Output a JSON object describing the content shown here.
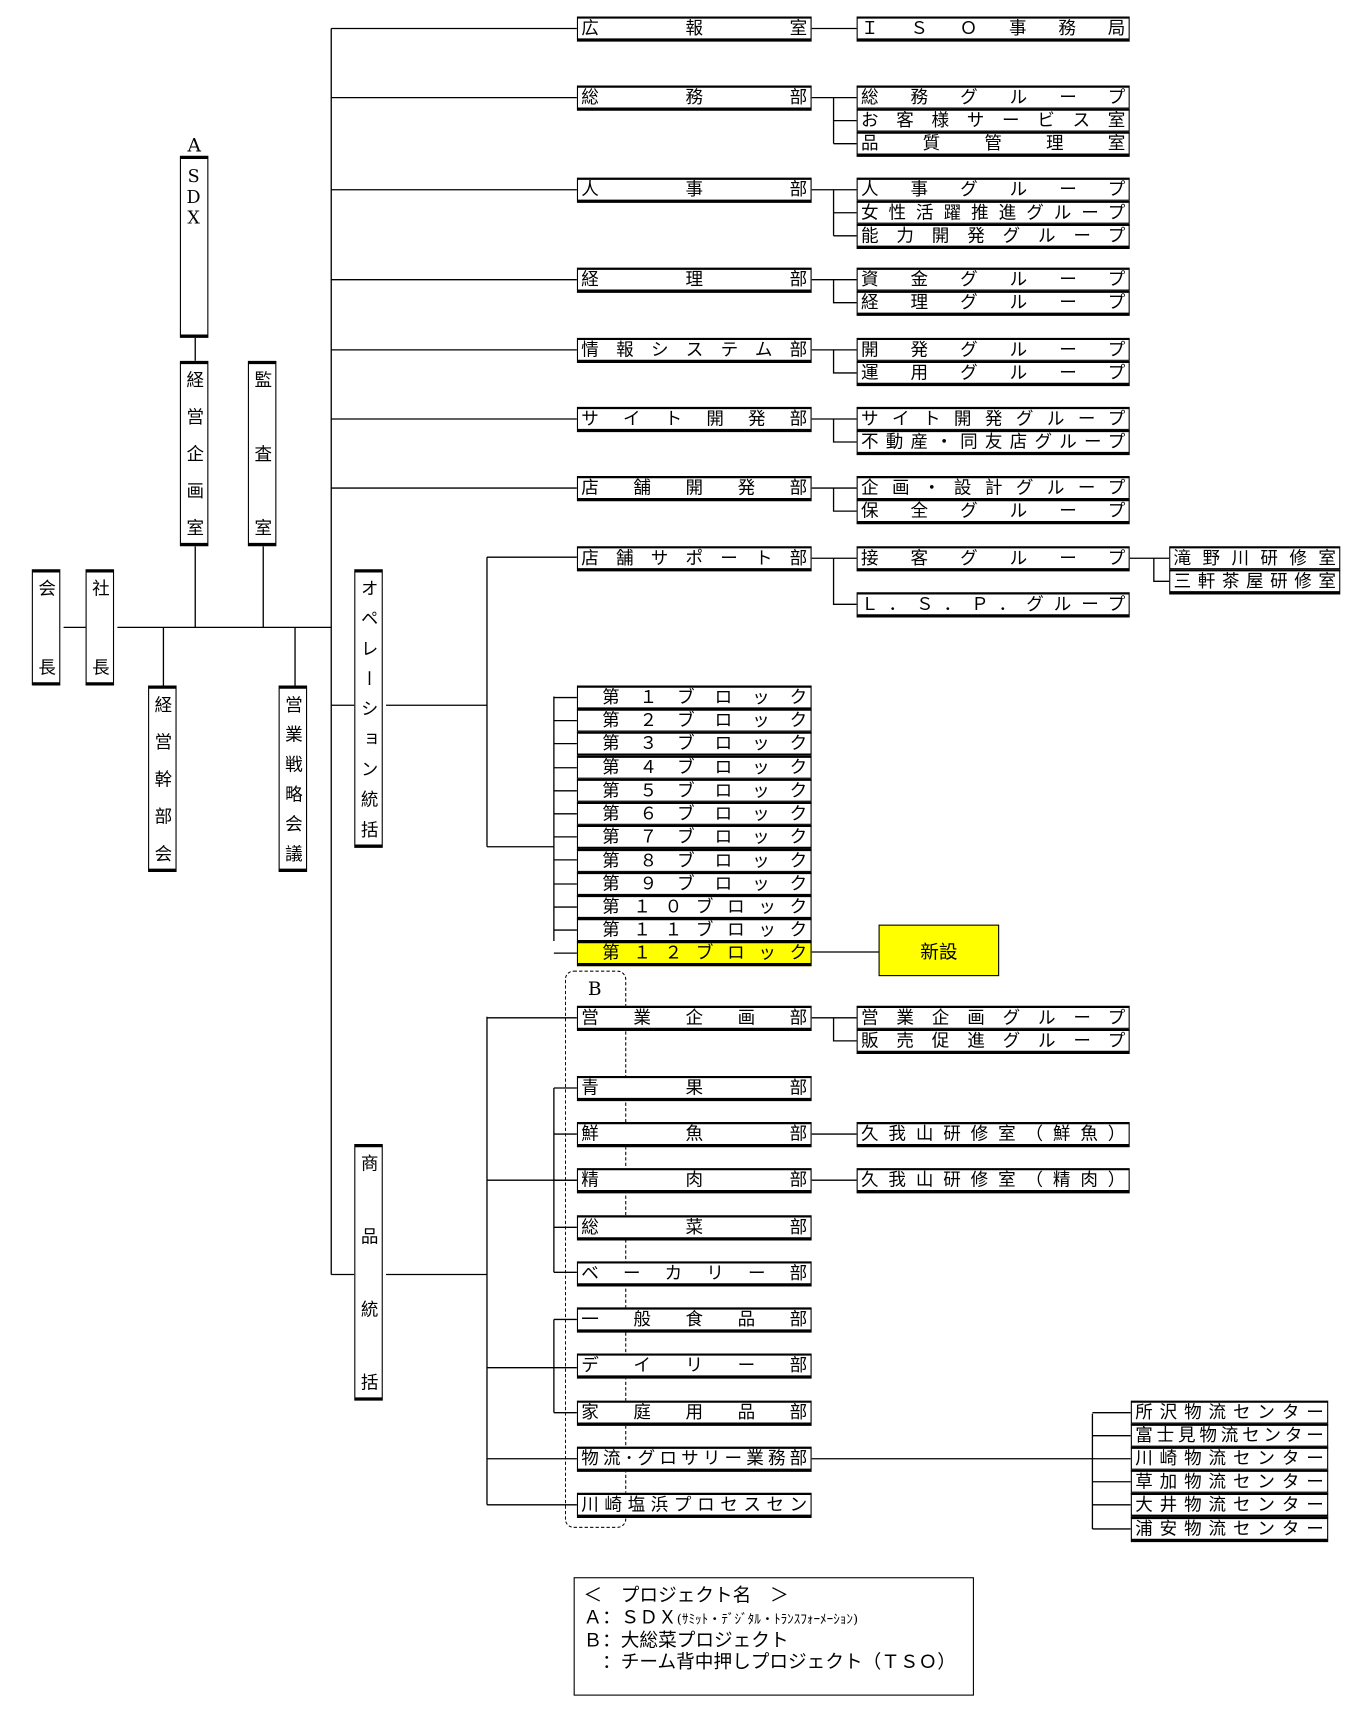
{
  "executives": {
    "chairman": "会長",
    "president": "社長"
  },
  "staff": {
    "sdx_label": "A",
    "sdx": "SDX",
    "planning": "経営企画室",
    "audit": "監査室",
    "exec_meeting": "経営幹部会",
    "strategy_meeting": "営業戦略会議"
  },
  "divisions": {
    "operations": "オペレーション統括",
    "merchandise": "商品統括"
  },
  "corporate": [
    {
      "name": "広報室",
      "subs": [
        "ＩＳＯ事務局"
      ]
    },
    {
      "name": "総務部",
      "subs": [
        "総務グループ",
        "お客様サービス室",
        "品質管理室"
      ]
    },
    {
      "name": "人事部",
      "subs": [
        "人事グループ",
        "女性活躍推進グループ",
        "能力開発グループ"
      ]
    },
    {
      "name": "経理部",
      "subs": [
        "資金グループ",
        "経理グループ"
      ]
    },
    {
      "name": "情報システム部",
      "subs": [
        "開発グループ",
        "運用グループ"
      ]
    },
    {
      "name": "サイト開発部",
      "subs": [
        "サイト開発グループ",
        "不動産・同友店グループ"
      ]
    },
    {
      "name": "店舗開発部",
      "subs": [
        "企画・設計グループ",
        "保全グループ"
      ]
    },
    {
      "name": "店舗サポート部",
      "subs": [
        "接客グループ",
        "Ｌ．Ｓ．Ｐ．グループ"
      ],
      "training": [
        "滝野川研修室",
        "三軒茶屋研修室"
      ]
    }
  ],
  "blocks": [
    "第１ブロック",
    "第２ブロック",
    "第３ブロック",
    "第４ブロック",
    "第５ブロック",
    "第６ブロック",
    "第７ブロック",
    "第８ブロック",
    "第９ブロック",
    "第１０ブロック",
    "第１１ブロック",
    "第１２ブロック"
  ],
  "new_label": "新設",
  "highlight_color": "#ffff00",
  "project_b_label": "B",
  "merch": [
    {
      "name": "営業企画部",
      "subs": [
        "営業企画グループ",
        "販売促進グループ"
      ]
    },
    {
      "name": "青果部"
    },
    {
      "name": "鮮魚部",
      "subs": [
        "久我山研修室（鮮魚）"
      ]
    },
    {
      "name": "精肉部",
      "subs": [
        "久我山研修室（精肉）"
      ]
    },
    {
      "name": "総菜部"
    },
    {
      "name": "ベーカリー部"
    },
    {
      "name": "一般食品部"
    },
    {
      "name": "デイリー部"
    },
    {
      "name": "家庭用品部"
    },
    {
      "name": "物流･グロサリー業務部"
    },
    {
      "name": "川崎塩浜プロセスセン"
    }
  ],
  "logistics": [
    "所沢物流センター",
    "富士見物流センター",
    "川崎物流センター",
    "草加物流センター",
    "大井物流センター",
    "浦安物流センター"
  ],
  "legend": {
    "title": "＜　プロジェクト名　＞",
    "a_prefix": "Ａ：ＳＤＸ",
    "a_detail": "(ｻﾐｯﾄ・ﾃﾞｼﾞﾀﾙ・ﾄﾗﾝｽﾌｫｰﾒｰｼｮﾝ)",
    "b1": "Ｂ：大総菜プロジェクト",
    "b2": "　：チーム背中押しプロジェクト（ＴＳＯ）"
  }
}
